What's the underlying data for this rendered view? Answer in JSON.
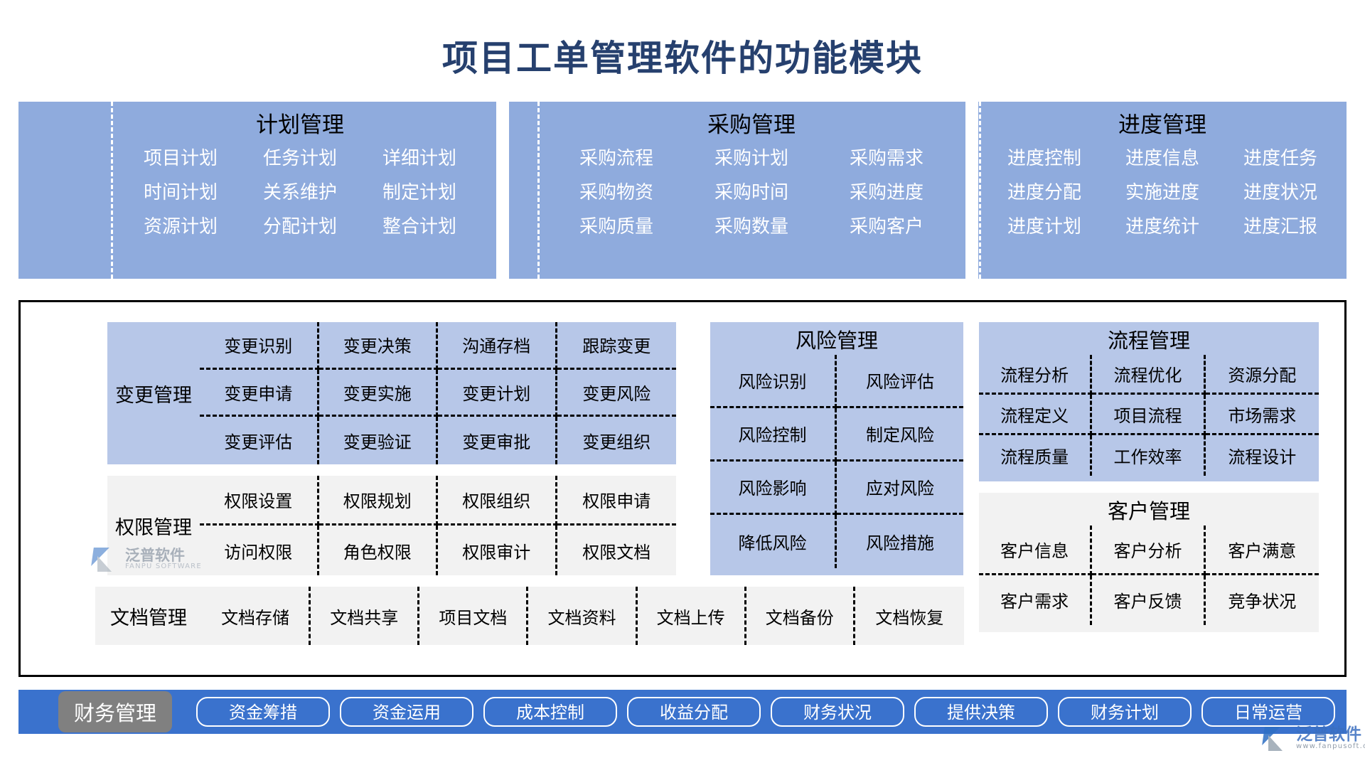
{
  "title": "项目工单管理软件的功能模块",
  "colors": {
    "title_text": "#26406e",
    "top_band": "#8fabdd",
    "panel_blue": "#b7c7e8",
    "panel_grey": "#f2f2f2",
    "finance_bar": "#3a72cd",
    "finance_label": "#808080"
  },
  "top_groups": [
    {
      "title": "计划管理",
      "rows": [
        [
          "项目计划",
          "任务计划",
          "详细计划"
        ],
        [
          "时间计划",
          "关系维护",
          "制定计划"
        ],
        [
          "资源计划",
          "分配计划",
          "整合计划"
        ]
      ]
    },
    {
      "title": "采购管理",
      "rows": [
        [
          "采购流程",
          "采购计划",
          "采购需求"
        ],
        [
          "采购物资",
          "采购时间",
          "采购进度"
        ],
        [
          "采购质量",
          "采购数量",
          "采购客户"
        ]
      ]
    },
    {
      "title": "进度管理",
      "rows": [
        [
          "进度控制",
          "进度信息",
          "进度任务"
        ],
        [
          "进度分配",
          "实施进度",
          "进度状况"
        ],
        [
          "进度计划",
          "进度统计",
          "进度汇报"
        ]
      ]
    }
  ],
  "change": {
    "label": "变更管理",
    "rows": [
      [
        "变更识别",
        "变更决策",
        "沟通存档",
        "跟踪变更"
      ],
      [
        "变更申请",
        "变更实施",
        "变更计划",
        "变更风险"
      ],
      [
        "变更评估",
        "变更验证",
        "变更审批",
        "变更组织"
      ]
    ]
  },
  "permission": {
    "label": "权限管理",
    "rows": [
      [
        "权限设置",
        "权限规划",
        "权限组织",
        "权限申请"
      ],
      [
        "访问权限",
        "角色权限",
        "权限审计",
        "权限文档"
      ]
    ]
  },
  "document": {
    "label": "文档管理",
    "rows": [
      [
        "文档存储",
        "文档共享",
        "项目文档",
        "文档资料",
        "文档上传",
        "文档备份",
        "文档恢复"
      ]
    ]
  },
  "risk": {
    "title": "风险管理",
    "rows": [
      [
        "风险识别",
        "风险评估"
      ],
      [
        "风险控制",
        "制定风险"
      ],
      [
        "风险影响",
        "应对风险"
      ],
      [
        "降低风险",
        "风险措施"
      ]
    ]
  },
  "flow": {
    "title": "流程管理",
    "rows": [
      [
        "流程分析",
        "流程优化",
        "资源分配"
      ],
      [
        "流程定义",
        "项目流程",
        "市场需求"
      ],
      [
        "流程质量",
        "工作效率",
        "流程设计"
      ]
    ]
  },
  "customer": {
    "title": "客户管理",
    "rows": [
      [
        "客户信息",
        "客户分析",
        "客户满意"
      ],
      [
        "客户需求",
        "客户反馈",
        "竞争状况"
      ]
    ]
  },
  "finance": {
    "label": "财务管理",
    "items": [
      "资金筹措",
      "资金运用",
      "成本控制",
      "收益分配",
      "财务状况",
      "提供决策",
      "财务计划",
      "日常运营"
    ]
  },
  "watermark": {
    "cn": "泛普软件",
    "en": "FANPU SOFTWARE"
  },
  "watermark_corner": {
    "cn": "泛普软件",
    "en": "www.fanpusoft.com"
  }
}
